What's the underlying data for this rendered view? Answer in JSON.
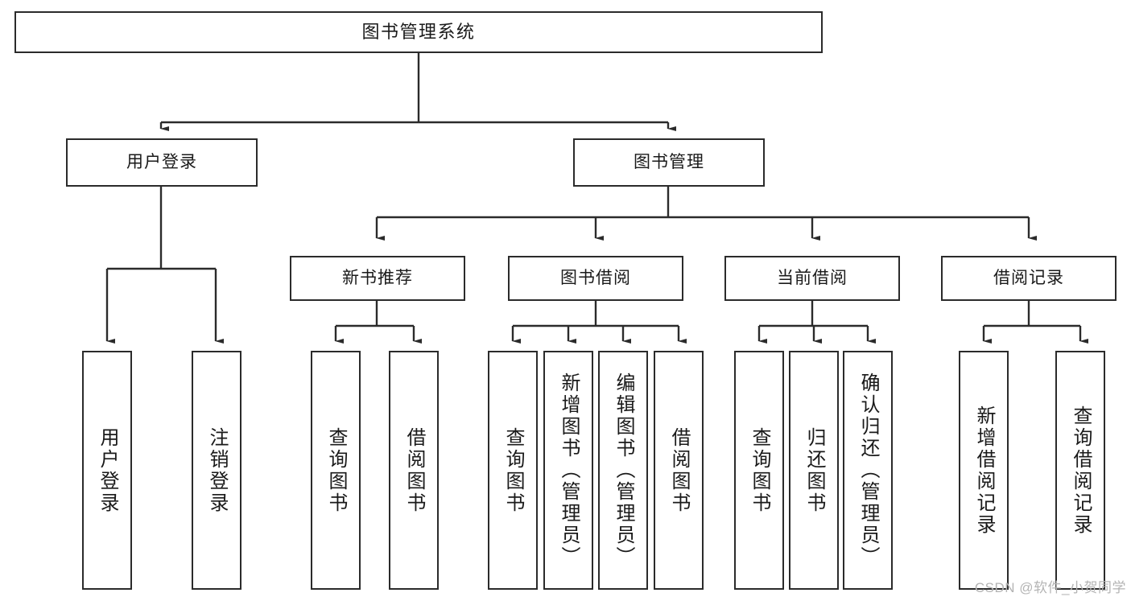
{
  "diagram": {
    "title": "图书管理系统",
    "type": "tree-hierarchy",
    "watermark": "CSDN @软件_小贺同学",
    "colors": {
      "box_border": "#2b2b2b",
      "box_fill": "#ffffff",
      "connector": "#2b2b2b",
      "text": "#1a1a1a",
      "watermark": "#b4b4b4",
      "background": "#ffffff"
    },
    "levels": {
      "level0": {
        "nodes": [
          {
            "id": "root",
            "label": "图书管理系统"
          }
        ]
      },
      "level1": {
        "nodes": [
          {
            "id": "user-login",
            "label": "用户登录"
          },
          {
            "id": "book-manage",
            "label": "图书管理"
          }
        ]
      },
      "level2": {
        "nodes": [
          {
            "id": "new-book-recommend",
            "label": "新书推荐"
          },
          {
            "id": "book-borrow",
            "label": "图书借阅"
          },
          {
            "id": "current-borrow",
            "label": "当前借阅"
          },
          {
            "id": "borrow-record",
            "label": "借阅记录"
          }
        ]
      },
      "level3": {
        "nodes": [
          {
            "id": "leaf-user-login",
            "label": "用户登录",
            "parent": "user-login"
          },
          {
            "id": "leaf-logout",
            "label": "注销登录",
            "parent": "user-login"
          },
          {
            "id": "leaf-query-book-1",
            "label": "查询图书",
            "parent": "new-book-recommend"
          },
          {
            "id": "leaf-borrow-book-1",
            "label": "借阅图书",
            "parent": "new-book-recommend"
          },
          {
            "id": "leaf-query-book-2",
            "label": "查询图书",
            "parent": "book-borrow"
          },
          {
            "id": "leaf-add-book",
            "label": "新增图书（管理员）",
            "parent": "book-borrow"
          },
          {
            "id": "leaf-edit-book",
            "label": "编辑图书（管理员）",
            "parent": "book-borrow"
          },
          {
            "id": "leaf-borrow-book-2",
            "label": "借阅图书",
            "parent": "book-borrow"
          },
          {
            "id": "leaf-query-book-3",
            "label": "查询图书",
            "parent": "current-borrow"
          },
          {
            "id": "leaf-return-book",
            "label": "归还图书",
            "parent": "current-borrow"
          },
          {
            "id": "leaf-confirm-return",
            "label": "确认归还（管理员）",
            "parent": "current-borrow"
          },
          {
            "id": "leaf-add-record",
            "label": "新增借阅记录",
            "parent": "borrow-record"
          },
          {
            "id": "leaf-query-record",
            "label": "查询借阅记录",
            "parent": "borrow-record"
          }
        ]
      }
    }
  }
}
